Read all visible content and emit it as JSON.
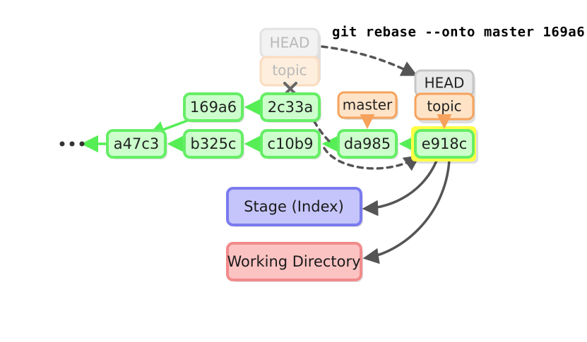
{
  "diagram": {
    "title": "git rebase onto illustration",
    "command": "git rebase --onto master 169a6",
    "ellipsis": "· · ·",
    "colors": {
      "commit_fill": "#ccffcc",
      "commit_border": "#66ee66",
      "ref_fill": "#ffe3c6",
      "ref_border": "#f6a25c",
      "head_fill": "#e9e9e9",
      "head_border": "#c6c6c6",
      "stage_fill": "#c5c5fb",
      "stage_border": "#7b7bef",
      "working_fill": "#fcc3c3",
      "working_border": "#f28b8b",
      "highlight": "#ffff44",
      "edge_dark": "#555555",
      "faded_text": "#b9b9b9"
    },
    "commits": [
      {
        "id": "a47c3",
        "label": "a47c3"
      },
      {
        "id": "b325c",
        "label": "b325c"
      },
      {
        "id": "c10b9",
        "label": "c10b9"
      },
      {
        "id": "da985",
        "label": "da985"
      },
      {
        "id": "e918c",
        "label": "e918c"
      },
      {
        "id": "169a6",
        "label": "169a6"
      },
      {
        "id": "2c33a",
        "label": "2c33a"
      }
    ],
    "refs": [
      {
        "id": "master",
        "label": "master"
      },
      {
        "id": "topic",
        "label": "topic"
      },
      {
        "id": "head",
        "label": "HEAD"
      }
    ],
    "faded_refs": [
      {
        "id": "faded-head",
        "label": "HEAD"
      },
      {
        "id": "faded-topic",
        "label": "topic"
      }
    ],
    "areas": [
      {
        "id": "stage",
        "label": "Stage (Index)"
      },
      {
        "id": "working-directory",
        "label": "Working Directory"
      }
    ]
  }
}
